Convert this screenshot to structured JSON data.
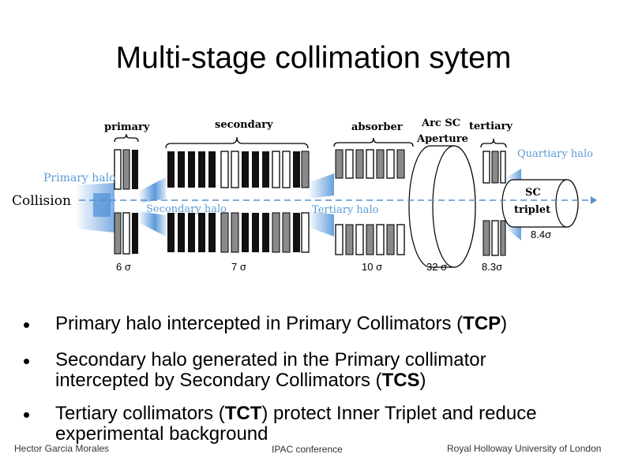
{
  "title": "Multi-stage collimation sytem",
  "diagram": {
    "labels": {
      "primary": "primary",
      "secondary": "secondary",
      "absorber": "absorber",
      "arc_sc_aperture_line1": "Arc SC",
      "arc_sc_aperture_line2": "Aperture",
      "tertiary": "tertiary",
      "quartiary_halo": "Quartiary halo",
      "primary_halo": "Primary halo",
      "collision": "Collision",
      "secondary_halo": "Secondary halo",
      "tertiary_halo": "Tertiary halo",
      "sc_triplet_line1": "SC",
      "sc_triplet_line2": "triplet",
      "triplet_sigma": "8.4σ"
    },
    "apertures": [
      "6 σ",
      "7 σ",
      "10 σ",
      "32 σ",
      "8.3σ"
    ],
    "colors": {
      "halo_blue": "#4a8fd8",
      "beam_dashed": "#5a8fc8",
      "jaw_black": "#111111",
      "jaw_grey": "#8a8a8a",
      "label_blue": "#5b9bd5"
    }
  },
  "bullets": [
    {
      "parts": [
        {
          "t": "Primary halo intercepted in Primary Collimators (",
          "b": false
        },
        {
          "t": "TCP",
          "b": true
        },
        {
          "t": ")",
          "b": false
        }
      ]
    },
    {
      "parts": [
        {
          "t": "Secondary halo generated in the Primary collimator intercepted by Secondary Collimators (",
          "b": false
        },
        {
          "t": "TCS",
          "b": true
        },
        {
          "t": ")",
          "b": false
        }
      ]
    },
    {
      "parts": [
        {
          "t": "Tertiary collimators (",
          "b": false
        },
        {
          "t": "TCT",
          "b": true
        },
        {
          "t": ") protect Inner Triplet and reduce experimental background",
          "b": false
        }
      ]
    }
  ],
  "footer": {
    "author": "Hector Garcia Morales",
    "conference": "IPAC conference",
    "institution": "Royal Holloway University of London"
  }
}
